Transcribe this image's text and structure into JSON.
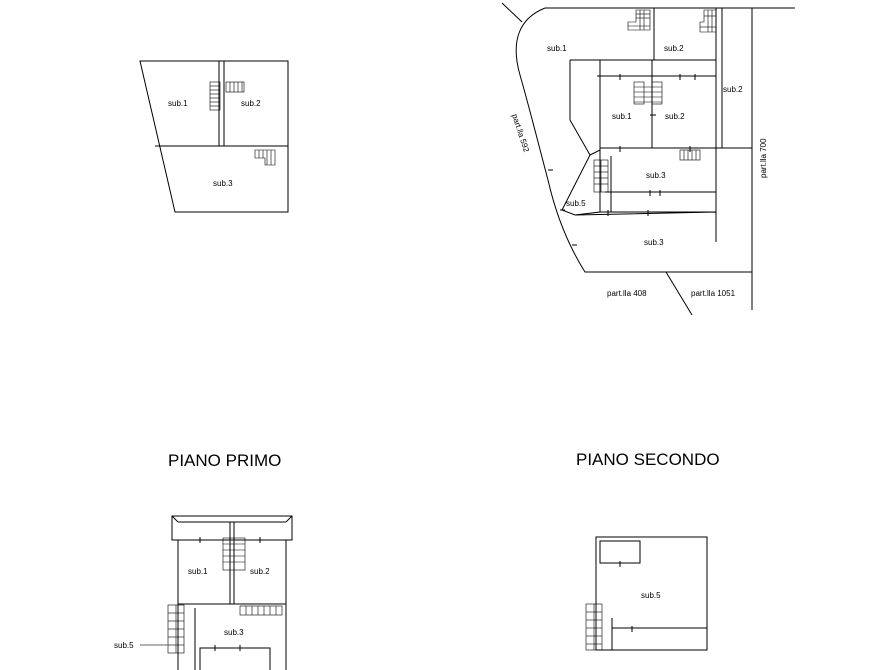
{
  "titles": {
    "floor1": "PIANO PRIMO",
    "floor2": "PIANO SECONDO"
  },
  "plan_a": {
    "sub1": "sub.1",
    "sub2": "sub.2",
    "sub3": "sub.3"
  },
  "plan_b": {
    "sub1_top": "sub.1",
    "sub2_top": "sub.2",
    "sub2_right": "sub.2",
    "sub1": "sub.1",
    "sub2": "sub.2",
    "sub3_upper": "sub.3",
    "sub5": "sub.5",
    "sub3_lower": "sub.3",
    "parcel_592": "part.lla 592",
    "parcel_700": "part.lla 700",
    "parcel_408": "part.lla 408",
    "parcel_1051": "part.lla 1051"
  },
  "plan_c": {
    "sub1": "sub.1",
    "sub2": "sub.2",
    "sub3": "sub.3",
    "sub5_pointer": "sub.5"
  },
  "plan_d": {
    "sub5": "sub.5"
  }
}
